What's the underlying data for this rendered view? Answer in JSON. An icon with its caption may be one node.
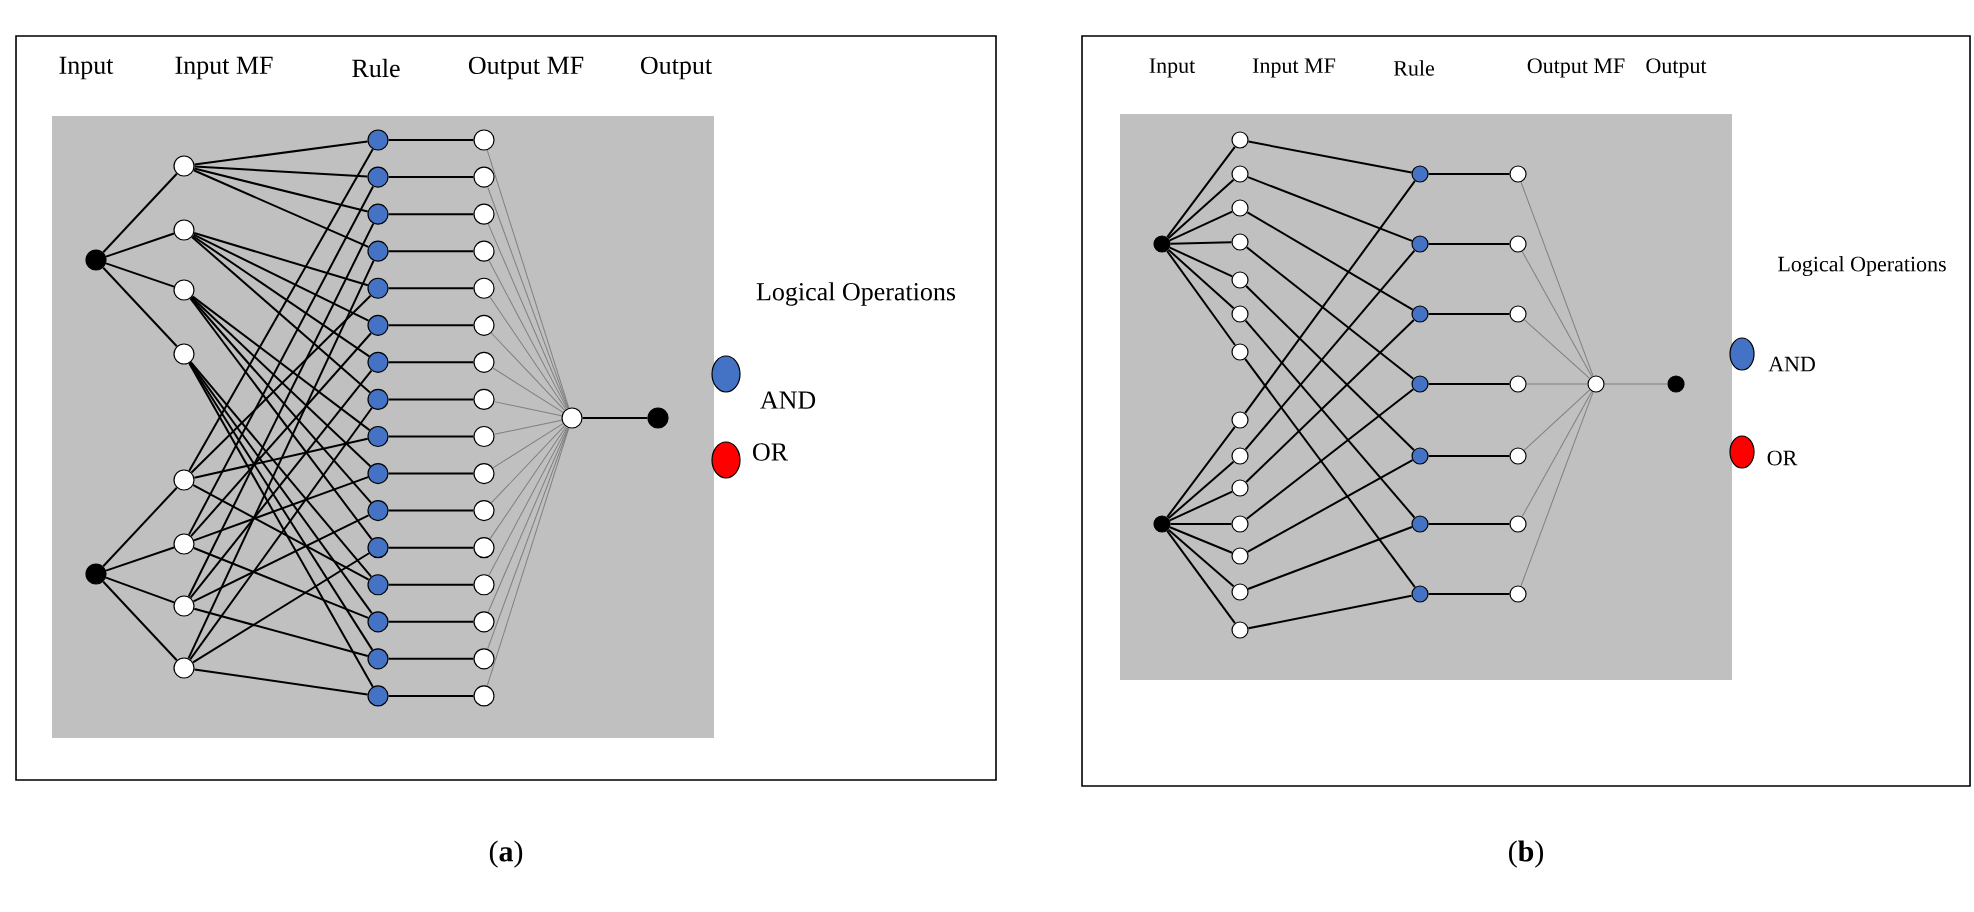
{
  "diagram": {
    "nodes": [
      {
        "text": [],
        "shape": "circle"
      },
      {
        "text": [],
        "shape": "circle"
      },
      {
        "text": [],
        "shape": "circle"
      },
      {
        "text": [],
        "shape": "circle"
      },
      {
        "text": [],
        "shape": "circle"
      },
      {
        "text": [],
        "shape": "circle"
      },
      {
        "text": [],
        "shape": "circle"
      },
      {
        "text": [],
        "shape": "circle"
      },
      {
        "text": [],
        "shape": "circle"
      },
      {
        "text": [],
        "shape": "circle"
      },
      {
        "text": [],
        "shape": "circle"
      },
      {
        "text": [],
        "shape": "circle"
      },
      {
        "text": [],
        "shape": "circle"
      },
      {
        "text": [],
        "shape": "circle"
      },
      {
        "text": [],
        "shape": "circle"
      },
      {
        "text": [],
        "shape": "circle"
      },
      {
        "text": [],
        "shape": "circle"
      },
      {
        "text": [],
        "shape": "circle"
      },
      {
        "text": [],
        "shape": "circle"
      },
      {
        "text": [],
        "shape": "circle"
      },
      {
        "text": [],
        "shape": "circle"
      },
      {
        "text": [],
        "shape": "circle"
      },
      {
        "text": [],
        "shape": "circle"
      },
      {
        "text": [],
        "shape": "circle"
      },
      {
        "text": [],
        "shape": "circle"
      },
      {
        "text": [],
        "shape": "circle"
      },
      {
        "text": [],
        "shape": "circle"
      },
      {
        "text": [],
        "shape": "circle"
      },
      {
        "text": [],
        "shape": "circle"
      },
      {
        "text": [],
        "shape": "circle"
      },
      {
        "text": [],
        "shape": "circle"
      },
      {
        "text": [],
        "shape": "circle"
      },
      {
        "text": [],
        "shape": "circle"
      },
      {
        "text": [],
        "shape": "circle"
      },
      {
        "text": [],
        "shape": "circle"
      },
      {
        "text": [],
        "shape": "circle"
      },
      {
        "text": [],
        "shape": "circle"
      },
      {
        "text": [],
        "shape": "circle"
      },
      {
        "text": [],
        "shape": "circle"
      },
      {
        "text": [],
        "shape": "circle"
      },
      {
        "text": [],
        "shape": "circle"
      },
      {
        "text": [],
        "shape": "circle"
      },
      {
        "text": [],
        "shape": "circle"
      },
      {
        "text": [],
        "shape": "circle"
      },
      {
        "text": [],
        "shape": "circle"
      },
      {
        "text": [],
        "shape": "circle"
      },
      {
        "text": [],
        "shape": "circle"
      },
      {
        "text": [],
        "shape": "circle"
      },
      {
        "text": [],
        "shape": "circle"
      },
      {
        "text": [],
        "shape": "circle"
      },
      {
        "text": [],
        "shape": "circle"
      },
      {
        "text": [],
        "shape": "circle"
      },
      {
        "text": [],
        "shape": "circle"
      },
      {
        "text": [],
        "shape": "circle"
      },
      {
        "text": [],
        "shape": "circle"
      },
      {
        "text": [],
        "shape": "circle"
      },
      {
        "text": [],
        "shape": "circle"
      },
      {
        "text": [],
        "shape": "circle"
      },
      {
        "text": [],
        "shape": "circle"
      },
      {
        "text": [],
        "shape": "circle"
      },
      {
        "text": [],
        "shape": "circle"
      },
      {
        "text": [],
        "shape": "circle"
      },
      {
        "text": [],
        "shape": "circle"
      },
      {
        "text": [],
        "shape": "circle"
      },
      {
        "text": [],
        "shape": "circle"
      },
      {
        "text": [],
        "shape": "circle"
      },
      {
        "text": [],
        "shape": "circle"
      },
      {
        "text": [],
        "shape": "circle"
      },
      {
        "text": [],
        "shape": "circle"
      },
      {
        "text": [],
        "shape": "circle"
      },
      {
        "text": [],
        "shape": "circle"
      },
      {
        "text": [],
        "shape": "circle"
      },
      {
        "text": [],
        "shape": "circle"
      },
      {
        "text": [],
        "shape": "circle"
      },
      {
        "text": [],
        "shape": "circle"
      },
      {
        "text": [],
        "shape": "circle"
      }
    ],
    "edges": [
      {
        "from": 0,
        "to": 2,
        "arrow": "none"
      },
      {
        "from": 0,
        "to": 3,
        "arrow": "none"
      },
      {
        "from": 0,
        "to": 4,
        "arrow": "none"
      },
      {
        "from": 0,
        "to": 5,
        "arrow": "none"
      },
      {
        "from": 1,
        "to": 6,
        "arrow": "none"
      },
      {
        "from": 1,
        "to": 7,
        "arrow": "none"
      },
      {
        "from": 1,
        "to": 8,
        "arrow": "none"
      },
      {
        "from": 1,
        "to": 9,
        "arrow": "none"
      },
      {
        "from": 2,
        "to": 10,
        "arrow": "none"
      },
      {
        "from": 2,
        "to": 11,
        "arrow": "none"
      },
      {
        "from": 2,
        "to": 12,
        "arrow": "none"
      },
      {
        "from": 2,
        "to": 13,
        "arrow": "none"
      },
      {
        "from": 3,
        "to": 14,
        "arrow": "none"
      },
      {
        "from": 3,
        "to": 15,
        "arrow": "none"
      },
      {
        "from": 3,
        "to": 16,
        "arrow": "none"
      },
      {
        "from": 3,
        "to": 17,
        "arrow": "none"
      },
      {
        "from": 4,
        "to": 18,
        "arrow": "none"
      },
      {
        "from": 4,
        "to": 19,
        "arrow": "none"
      },
      {
        "from": 4,
        "to": 20,
        "arrow": "none"
      },
      {
        "from": 4,
        "to": 21,
        "arrow": "none"
      },
      {
        "from": 5,
        "to": 22,
        "arrow": "none"
      },
      {
        "from": 5,
        "to": 23,
        "arrow": "none"
      },
      {
        "from": 5,
        "to": 24,
        "arrow": "none"
      },
      {
        "from": 5,
        "to": 25,
        "arrow": "none"
      },
      {
        "from": 6,
        "to": 10,
        "arrow": "none"
      },
      {
        "from": 6,
        "to": 14,
        "arrow": "none"
      },
      {
        "from": 6,
        "to": 18,
        "arrow": "none"
      },
      {
        "from": 6,
        "to": 22,
        "arrow": "none"
      },
      {
        "from": 7,
        "to": 11,
        "arrow": "none"
      },
      {
        "from": 7,
        "to": 15,
        "arrow": "none"
      },
      {
        "from": 7,
        "to": 19,
        "arrow": "none"
      },
      {
        "from": 7,
        "to": 23,
        "arrow": "none"
      },
      {
        "from": 8,
        "to": 12,
        "arrow": "none"
      },
      {
        "from": 8,
        "to": 16,
        "arrow": "none"
      },
      {
        "from": 8,
        "to": 20,
        "arrow": "none"
      },
      {
        "from": 8,
        "to": 24,
        "arrow": "none"
      },
      {
        "from": 9,
        "to": 13,
        "arrow": "none"
      },
      {
        "from": 9,
        "to": 17,
        "arrow": "none"
      },
      {
        "from": 9,
        "to": 21,
        "arrow": "none"
      },
      {
        "from": 9,
        "to": 25,
        "arrow": "none"
      },
      {
        "from": 10,
        "to": 26,
        "arrow": "none"
      },
      {
        "from": 11,
        "to": 27,
        "arrow": "none"
      },
      {
        "from": 12,
        "to": 28,
        "arrow": "none"
      },
      {
        "from": 13,
        "to": 29,
        "arrow": "none"
      },
      {
        "from": 14,
        "to": 30,
        "arrow": "none"
      },
      {
        "from": 15,
        "to": 31,
        "arrow": "none"
      },
      {
        "from": 16,
        "to": 32,
        "arrow": "none"
      },
      {
        "from": 17,
        "to": 33,
        "arrow": "none"
      },
      {
        "from": 18,
        "to": 34,
        "arrow": "none"
      },
      {
        "from": 19,
        "to": 35,
        "arrow": "none"
      },
      {
        "from": 20,
        "to": 36,
        "arrow": "none"
      },
      {
        "from": 21,
        "to": 37,
        "arrow": "none"
      },
      {
        "from": 22,
        "to": 38,
        "arrow": "none"
      },
      {
        "from": 23,
        "to": 39,
        "arrow": "none"
      },
      {
        "from": 24,
        "to": 40,
        "arrow": "none"
      },
      {
        "from": 25,
        "to": 41,
        "arrow": "none"
      },
      {
        "from": 26,
        "to": 42,
        "arrow": "none",
        "color": "#7f7f7f"
      },
      {
        "from": 27,
        "to": 42,
        "arrow": "none",
        "color": "#7f7f7f"
      },
      {
        "from": 28,
        "to": 42,
        "arrow": "none",
        "color": "#7f7f7f"
      },
      {
        "from": 29,
        "to": 42,
        "arrow": "none",
        "color": "#7f7f7f"
      },
      {
        "from": 30,
        "to": 42,
        "arrow": "none",
        "color": "#7f7f7f"
      },
      {
        "from": 31,
        "to": 42,
        "arrow": "none",
        "color": "#7f7f7f"
      },
      {
        "from": 32,
        "to": 42,
        "arrow": "none",
        "color": "#7f7f7f"
      },
      {
        "from": 33,
        "to": 42,
        "arrow": "none",
        "color": "#7f7f7f"
      },
      {
        "from": 34,
        "to": 42,
        "arrow": "none",
        "color": "#7f7f7f"
      },
      {
        "from": 35,
        "to": 42,
        "arrow": "none",
        "color": "#7f7f7f"
      },
      {
        "from": 36,
        "to": 42,
        "arrow": "none",
        "color": "#7f7f7f"
      },
      {
        "from": 37,
        "to": 42,
        "arrow": "none",
        "color": "#7f7f7f"
      },
      {
        "from": 38,
        "to": 42,
        "arrow": "none",
        "color": "#7f7f7f"
      },
      {
        "from": 39,
        "to": 42,
        "arrow": "none",
        "color": "#7f7f7f"
      },
      {
        "from": 40,
        "to": 42,
        "arrow": "none",
        "color": "#7f7f7f"
      },
      {
        "from": 41,
        "to": 42,
        "arrow": "none",
        "color": "#7f7f7f"
      },
      {
        "from": 42,
        "to": 43,
        "arrow": "none"
      },
      {
        "from": 44,
        "to": 46,
        "arrow": "none"
      },
      {
        "from": 44,
        "to": 47,
        "arrow": "none"
      },
      {
        "from": 44,
        "to": 48,
        "arrow": "none"
      },
      {
        "from": 44,
        "to": 49,
        "arrow": "none"
      },
      {
        "from": 44,
        "to": 50,
        "arrow": "none"
      },
      {
        "from": 44,
        "to": 51,
        "arrow": "none"
      },
      {
        "from": 44,
        "to": 52,
        "arrow": "none"
      },
      {
        "from": 45,
        "to": 53,
        "arrow": "none"
      },
      {
        "from": 45,
        "to": 54,
        "arrow": "none"
      },
      {
        "from": 45,
        "to": 55,
        "arrow": "none"
      },
      {
        "from": 45,
        "to": 56,
        "arrow": "none"
      },
      {
        "from": 45,
        "to": 57,
        "arrow": "none"
      },
      {
        "from": 45,
        "to": 58,
        "arrow": "none"
      },
      {
        "from": 45,
        "to": 59,
        "arrow": "none"
      },
      {
        "from": 46,
        "to": 60,
        "arrow": "none"
      },
      {
        "from": 47,
        "to": 61,
        "arrow": "none"
      },
      {
        "from": 48,
        "to": 62,
        "arrow": "none"
      },
      {
        "from": 49,
        "to": 63,
        "arrow": "none"
      },
      {
        "from": 50,
        "to": 64,
        "arrow": "none"
      },
      {
        "from": 51,
        "to": 65,
        "arrow": "none"
      },
      {
        "from": 52,
        "to": 66,
        "arrow": "none"
      },
      {
        "from": 53,
        "to": 60,
        "arrow": "none"
      },
      {
        "from": 54,
        "to": 61,
        "arrow": "none"
      },
      {
        "from": 55,
        "to": 62,
        "arrow": "none"
      },
      {
        "from": 56,
        "to": 63,
        "arrow": "none"
      },
      {
        "from": 57,
        "to": 64,
        "arrow": "none"
      },
      {
        "from": 58,
        "to": 65,
        "arrow": "none"
      },
      {
        "from": 59,
        "to": 66,
        "arrow": "none"
      },
      {
        "from": 60,
        "to": 67,
        "arrow": "none"
      },
      {
        "from": 61,
        "to": 68,
        "arrow": "none"
      },
      {
        "from": 62,
        "to": 69,
        "arrow": "none"
      },
      {
        "from": 63,
        "to": 70,
        "arrow": "none"
      },
      {
        "from": 64,
        "to": 71,
        "arrow": "none"
      },
      {
        "from": 65,
        "to": 72,
        "arrow": "none"
      },
      {
        "from": 66,
        "to": 73,
        "arrow": "none"
      },
      {
        "from": 67,
        "to": 74,
        "arrow": "none",
        "color": "#7f7f7f"
      },
      {
        "from": 68,
        "to": 74,
        "arrow": "none",
        "color": "#7f7f7f"
      },
      {
        "from": 69,
        "to": 74,
        "arrow": "none",
        "color": "#7f7f7f"
      },
      {
        "from": 70,
        "to": 74,
        "arrow": "none",
        "color": "#7f7f7f"
      },
      {
        "from": 71,
        "to": 74,
        "arrow": "none",
        "color": "#7f7f7f"
      },
      {
        "from": 72,
        "to": 74,
        "arrow": "none",
        "color": "#7f7f7f"
      },
      {
        "from": 73,
        "to": 74,
        "arrow": "none",
        "color": "#7f7f7f"
      },
      {
        "from": 74,
        "to": 75,
        "arrow": "none",
        "color": "#7f7f7f"
      }
    ],
    "labels": [
      "Input",
      "Input MF",
      "Rule",
      "Output MF",
      "Output",
      "Input",
      "Input MF",
      "Rule",
      "Output MF",
      "Output",
      "Logical Operations",
      "Logical Operations",
      "(**a**)",
      "(**b**)"
    ],
    "legend": [
      {
        "text": "AND",
        "color": "#4472c4"
      },
      {
        "text": "OR",
        "color": "#ff0000"
      },
      {
        "text": "AND",
        "color": "#4472c4"
      },
      {
        "text": "OR",
        "color": "#ff0000"
      }
    ]
  }
}
